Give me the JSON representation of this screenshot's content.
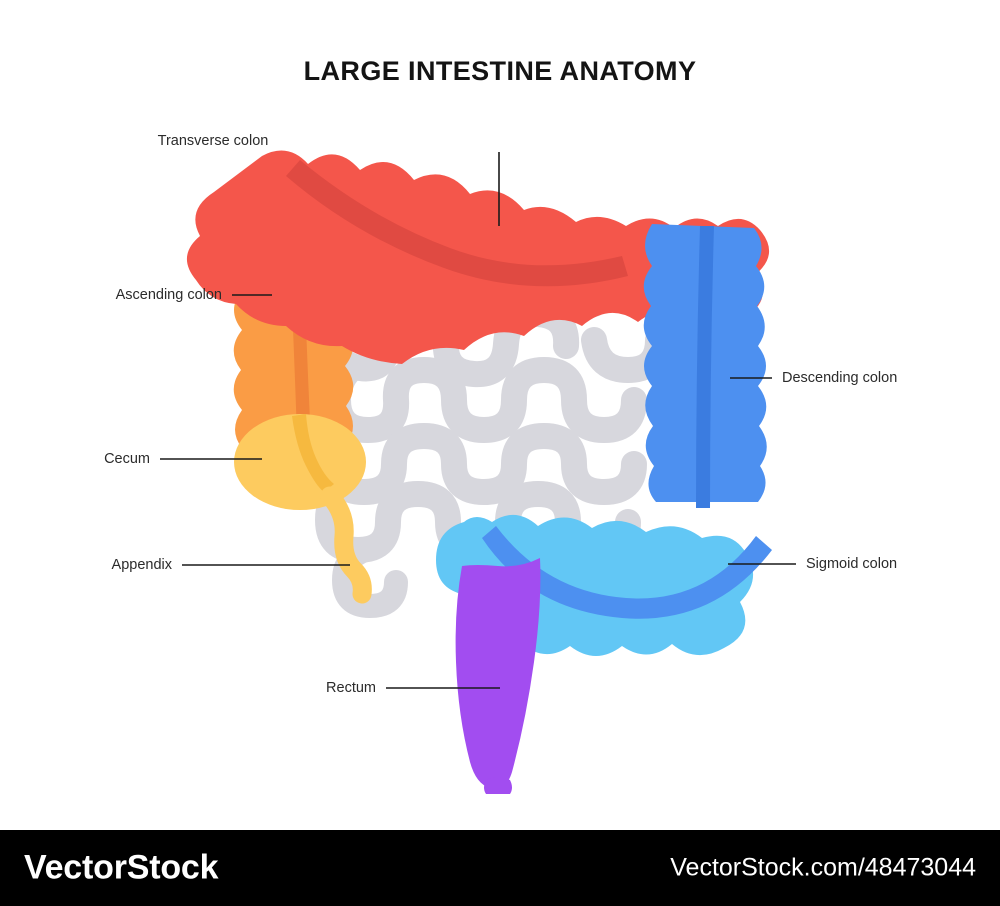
{
  "diagram": {
    "title": "LARGE INTESTINE ANATOMY",
    "labels": {
      "transverse_colon": "Transverse colon",
      "ascending_colon": "Ascending colon",
      "cecum": "Cecum",
      "appendix": "Appendix",
      "descending_colon": "Descending colon",
      "sigmoid_colon": "Sigmoid colon",
      "rectum": "Rectum"
    },
    "colors": {
      "background": "#ffffff",
      "title_text": "#141414",
      "label_text": "#2b2b2b",
      "leader_line": "#1a1a1a",
      "transverse_colon": "#f4564b",
      "transverse_colon_stripe": "#e04a42",
      "ascending_colon": "#fa9c45",
      "ascending_colon_stripe": "#f0843a",
      "cecum": "#fdcb5f",
      "appendix": "#fdcb5f",
      "descending_colon": "#4d90f0",
      "descending_colon_stripe": "#3b7ce0",
      "sigmoid_colon": "#62c7f5",
      "sigmoid_colon_stripe": "#4d90f0",
      "rectum": "#a24df0",
      "small_intestine": "#d7d7dd"
    }
  },
  "footer": {
    "logo": "VectorStock",
    "url": "VectorStock.com/48473044",
    "background": "#000000",
    "text_color": "#ffffff"
  }
}
